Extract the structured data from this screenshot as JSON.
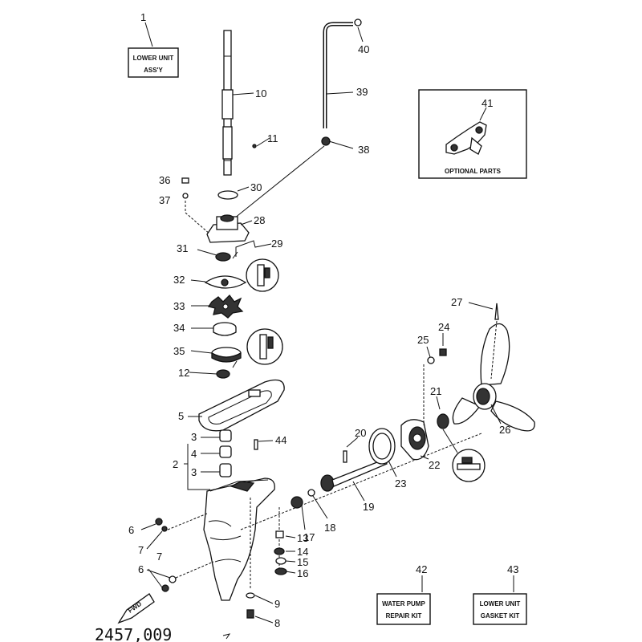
{
  "boxes": {
    "lower_unit_assy_line1": "LOWER UNIT",
    "lower_unit_assy_line2": "ASS'Y",
    "optional_parts": "OPTIONAL PARTS",
    "water_pump_line1": "WATER PUMP",
    "water_pump_line2": "REPAIR KIT",
    "gasket_line1": "LOWER UNIT",
    "gasket_line2": "GASKET KIT"
  },
  "fwd_label": "FWD",
  "footer_code": "2457,009",
  "callouts": {
    "p1": "1",
    "p2": "2",
    "p3a": "3",
    "p3b": "3",
    "p4": "4",
    "p5": "5",
    "p6a": "6",
    "p6b": "6",
    "p7a": "7",
    "p7b": "7",
    "p8": "8",
    "p9": "9",
    "p10": "10",
    "p11": "11",
    "p12": "12",
    "p13": "13",
    "p14": "14",
    "p15": "15",
    "p16": "16",
    "p17": "17",
    "p18": "18",
    "p19": "19",
    "p20": "20",
    "p21": "21",
    "p22": "22",
    "p23": "23",
    "p24": "24",
    "p25": "25",
    "p26": "26",
    "p27": "27",
    "p28": "28",
    "p29": "29",
    "p30": "30",
    "p31": "31",
    "p32": "32",
    "p33": "33",
    "p34": "34",
    "p35": "35",
    "p36": "36",
    "p37": "37",
    "p38": "38",
    "p39": "39",
    "p40": "40",
    "p41": "41",
    "p42": "42",
    "p43": "43",
    "p44": "44"
  }
}
